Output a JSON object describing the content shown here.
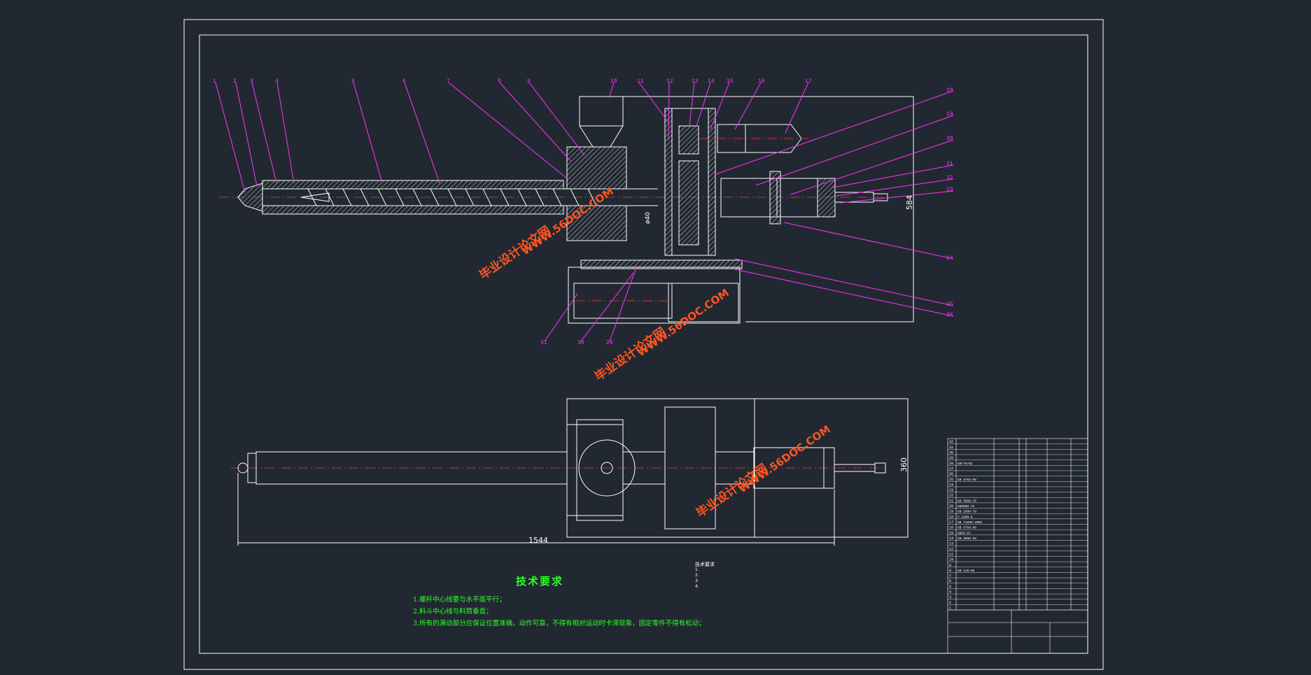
{
  "drawing": {
    "part_numbers_top": [
      "1",
      "2",
      "3",
      "4",
      "5",
      "6",
      "7",
      "8",
      "9",
      "10",
      "11",
      "12",
      "13",
      "14",
      "15",
      "16",
      "17"
    ],
    "part_numbers_right": [
      "18",
      "19",
      "20",
      "21",
      "22",
      "23",
      "24",
      "25",
      "26"
    ],
    "part_numbers_bottom": [
      "31",
      "30",
      "29"
    ],
    "dim_height_top": "584",
    "dim_phi": "ø40",
    "dim_height_bottom": "360",
    "dim_length_bottom": "1544",
    "watermarks": [
      {
        "text": "毕业设计论文网"
      },
      {
        "text": "WWW.56DOC.COM"
      }
    ]
  },
  "technical_requirements": {
    "title": "技术要求",
    "items": [
      "1.螺杆中心线要与水平面平行；",
      "2.料斗中心线与料筒垂直；",
      "3.所有的滑动部分应保证位置准确，动作可靠，不得有相对运动时卡滞现象，固定零件不得有松动；"
    ]
  },
  "notes_small": {
    "title": "技术要求",
    "items": [
      "1.",
      "2.",
      "3.",
      "4."
    ]
  },
  "bom_rows_numbers": [
    "32",
    "31",
    "30",
    "29",
    "28",
    "27",
    "26",
    "25",
    "24",
    "23",
    "22",
    "21",
    "20",
    "19",
    "18",
    "17",
    "16",
    "15",
    "14",
    "13",
    "12",
    "11",
    "10",
    "9",
    "8",
    "7",
    "6",
    "5",
    "4",
    "3",
    "2",
    "1"
  ],
  "bom_standards": {
    "28": "GB/T5782",
    "25": "GB 5783-86",
    "21": "GB 3098-76",
    "20": "GB8986-75",
    "19": "GB 1096-79",
    "18": "Y 160M-6",
    "17": "GB T1096-2003",
    "16": "GB 5783-86",
    "15": "GB93-87",
    "14": "GB 3098-86",
    "8": "GB 119-86"
  },
  "colors": {
    "background": "#222831",
    "lines": "#ffffff",
    "labels": "#ff33ff",
    "centerline": "#ff3333",
    "text_green": "#2dff2d",
    "watermark": "#ff5522"
  }
}
